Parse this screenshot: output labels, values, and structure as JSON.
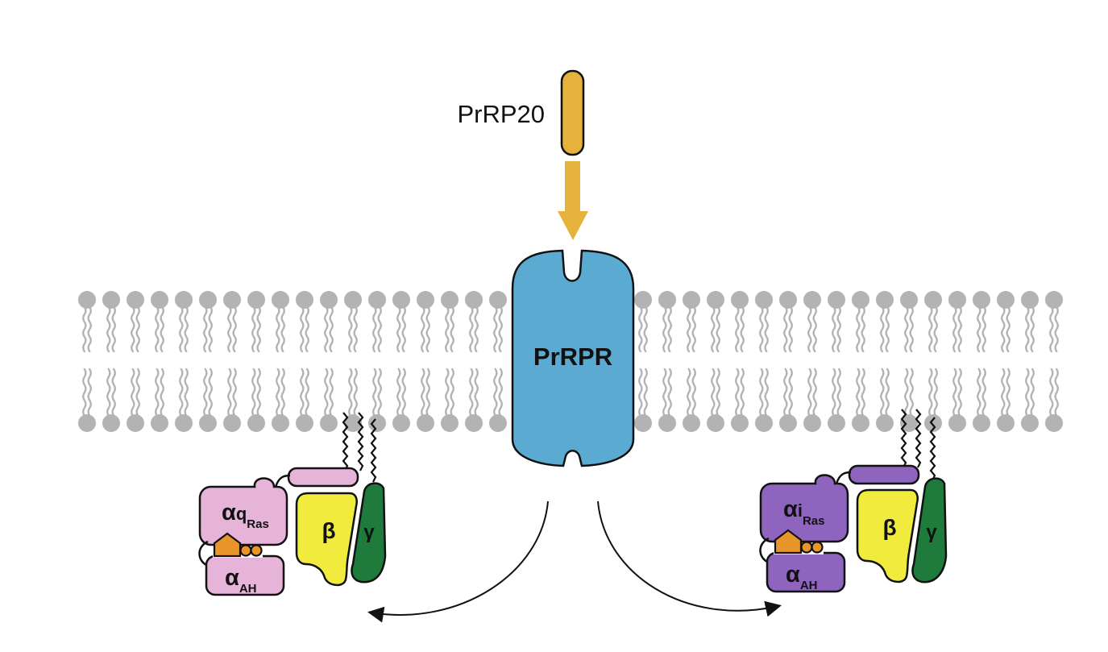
{
  "ligand": {
    "label": "PrRP20"
  },
  "receptor": {
    "label": "PrRPR"
  },
  "left_protein": {
    "alpha_main": "α",
    "alpha_subtype": "q",
    "alpha_sub": "Ras",
    "alpha_ah": "α",
    "alpha_ah_sub": "AH",
    "beta": "β",
    "gamma": "γ"
  },
  "right_protein": {
    "alpha_main": "α",
    "alpha_subtype": "i",
    "alpha_sub": "Ras",
    "alpha_ah": "α",
    "alpha_ah_sub": "AH",
    "beta": "β",
    "gamma": "γ"
  },
  "colors": {
    "ligand": "#E5B33C",
    "receptor": "#5AAAD2",
    "membrane": "#B3B3B3",
    "left_alpha": "#E6B3D9",
    "right_alpha": "#8E64BE",
    "beta": "#F0EB3C",
    "gamma": "#1E7B3C",
    "nucleotide": "#E8962A"
  }
}
